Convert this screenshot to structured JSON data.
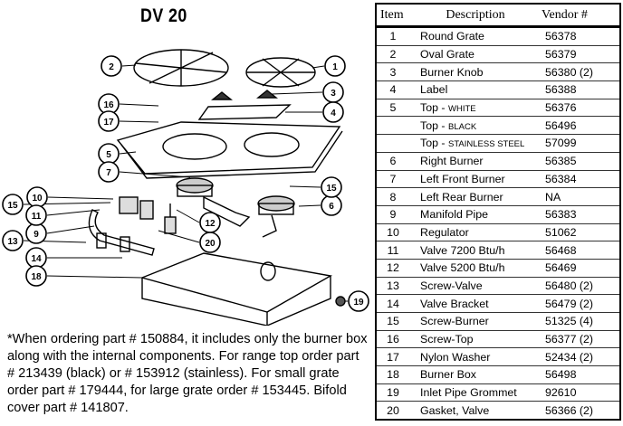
{
  "title": "DV 20",
  "callouts": [
    "1",
    "2",
    "3",
    "4",
    "5",
    "6",
    "7",
    "9",
    "10",
    "11",
    "12",
    "13",
    "14",
    "15",
    "16",
    "17",
    "18",
    "19",
    "20"
  ],
  "note": "*When ordering part # 150884, it includes only the burner box along with the internal components. For range top order part # 213439 (black) or # 153912 (stainless). For small grate order part # 179444, for large grate order # 153445. Bifold cover part # 141807.",
  "table": {
    "headers": {
      "item": "Item",
      "description": "Description",
      "vendor": "Vendor #"
    },
    "rows": [
      {
        "item": "1",
        "desc": "Round Grate",
        "sub": "",
        "vendor": "56378"
      },
      {
        "item": "2",
        "desc": "Oval Grate",
        "sub": "",
        "vendor": "56379"
      },
      {
        "item": "3",
        "desc": "Burner Knob",
        "sub": "",
        "vendor": "56380 (2)"
      },
      {
        "item": "4",
        "desc": "Label",
        "sub": "",
        "vendor": "56388"
      },
      {
        "item": "5",
        "desc": "Top - ",
        "sub": "WHITE",
        "vendor": "56376"
      },
      {
        "item": "",
        "desc": "Top - ",
        "sub": "BLACK",
        "vendor": "56496"
      },
      {
        "item": "",
        "desc": "Top - ",
        "sub": "STAINLESS STEEL",
        "vendor": "57099"
      },
      {
        "item": "6",
        "desc": "Right Burner",
        "sub": "",
        "vendor": "56385"
      },
      {
        "item": "7",
        "desc": "Left Front Burner",
        "sub": "",
        "vendor": "56384"
      },
      {
        "item": "8",
        "desc": "Left Rear Burner",
        "sub": "",
        "vendor": "NA"
      },
      {
        "item": "9",
        "desc": "Manifold Pipe",
        "sub": "",
        "vendor": "56383"
      },
      {
        "item": "10",
        "desc": "Regulator",
        "sub": "",
        "vendor": "51062"
      },
      {
        "item": "11",
        "desc": "Valve 7200 Btu/h",
        "sub": "",
        "vendor": "56468"
      },
      {
        "item": "12",
        "desc": "Valve 5200 Btu/h",
        "sub": "",
        "vendor": "56469"
      },
      {
        "item": "13",
        "desc": "Screw-Valve",
        "sub": "",
        "vendor": "56480 (2)"
      },
      {
        "item": "14",
        "desc": "Valve Bracket",
        "sub": "",
        "vendor": "56479 (2)"
      },
      {
        "item": "15",
        "desc": "Screw-Burner",
        "sub": "",
        "vendor": "51325 (4)"
      },
      {
        "item": "16",
        "desc": "Screw-Top",
        "sub": "",
        "vendor": "56377 (2)"
      },
      {
        "item": "17",
        "desc": "Nylon Washer",
        "sub": "",
        "vendor": "52434 (2)"
      },
      {
        "item": "18",
        "desc": "Burner Box",
        "sub": "",
        "vendor": "56498"
      },
      {
        "item": "19",
        "desc": "Inlet Pipe Grommet",
        "sub": "",
        "vendor": "92610"
      },
      {
        "item": "20",
        "desc": "Gasket, Valve",
        "sub": "",
        "vendor": "56366 (2)"
      }
    ]
  }
}
